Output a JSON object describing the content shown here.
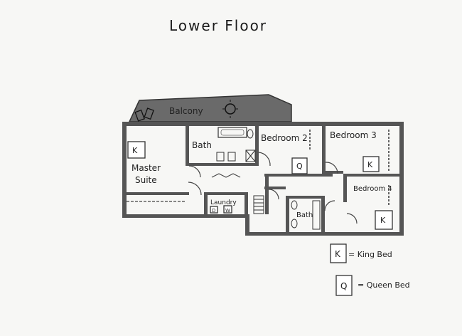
{
  "title": "Lower Floor",
  "rooms": {
    "balcony": "Balcony",
    "master_suite": [
      "Master",
      "Suite"
    ],
    "bath_main": "Bath",
    "bedroom2": "Bedroom 2",
    "bedroom3": "Bedroom 3",
    "bedroom4": "Bedroom 4",
    "laundry": "Laundry",
    "bath_small": "Bath"
  },
  "bed_letters": {
    "king": "K",
    "queen": "Q"
  },
  "appliances": {
    "dryer": "D",
    "washer": "W"
  },
  "legend": [
    {
      "symbol": "K",
      "label": "= King Bed"
    },
    {
      "symbol": "Q",
      "label": "= Queen Bed"
    }
  ]
}
